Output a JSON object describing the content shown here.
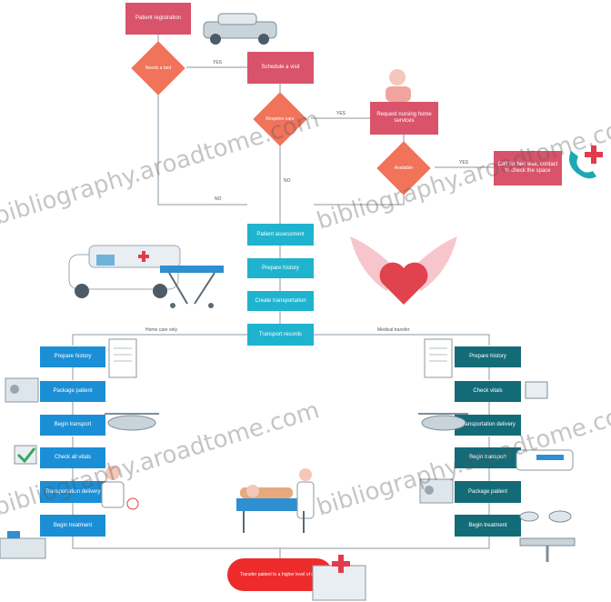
{
  "top": {
    "start": "Patient registration",
    "decision1": "Needs a bed",
    "step2": "Schedule a visit",
    "decision2": "Requires care",
    "step3": "Request nursing home services",
    "decision3": "Available",
    "step4": "Call for bed wait, contact to check the space",
    "yes1": "YES",
    "yes2": "YES",
    "yes3": "YES",
    "no1": "NO",
    "no2": "NO"
  },
  "center": {
    "steps": [
      "Patient assessment",
      "Prepare history",
      "Create transportation",
      "Transport records"
    ]
  },
  "branches": {
    "left_label": "Home care only",
    "right_label": "Medical transfer",
    "left": [
      "Prepare history",
      "Package patient",
      "Begin transport",
      "Check all vitals",
      "Transportation delivery",
      "Begin treatment"
    ],
    "right": [
      "Prepare history",
      "Check vitals",
      "Transportation delivery",
      "Begin transport",
      "Package patient",
      "Begin treatment"
    ]
  },
  "end": {
    "label": "Transfer patient to a higher level of care"
  },
  "watermark": "bibliography.aroadtome.com",
  "colors": {
    "red": "#d9536a",
    "orange": "#f0735a",
    "teal": "#1fb3cf",
    "blue": "#1b8fd6",
    "dark_teal": "#136b78",
    "end_red": "#ee2b2b"
  }
}
